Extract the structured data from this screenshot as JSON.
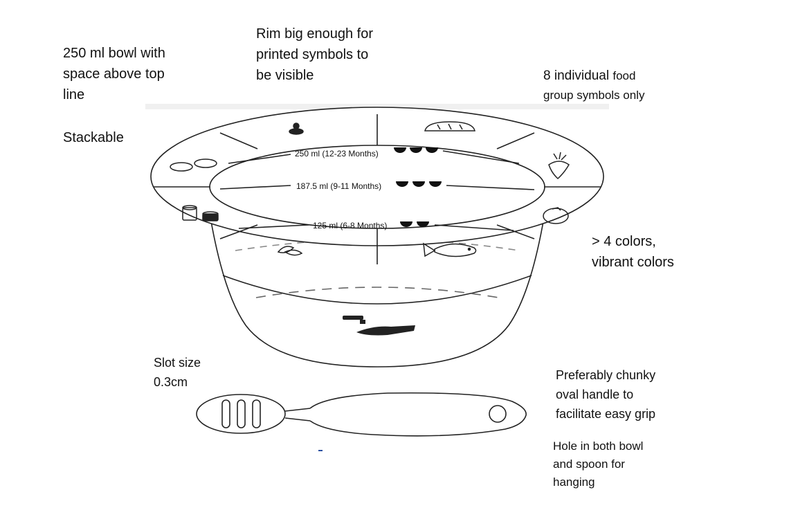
{
  "annotations": {
    "bowl_volume": "250 ml bowl with\nspace above top\nline",
    "stackable": "Stackable",
    "rim": "Rim big enough for\nprinted symbols to\nbe visible",
    "symbols_main": "8 individual ",
    "symbols_rest": "food\ngroup symbols only",
    "colors": "> 4 colors,\nvibrant colors",
    "slot": "Slot size\n0.3cm",
    "handle": "Preferably chunky\noval handle to\nfacilitate easy grip",
    "hole": "Hole in both bowl\nand spoon for\nhanging"
  },
  "bowl": {
    "level_250": "250 ml (12-23 Months)",
    "level_187": "187.5 ml (9-11 Months)",
    "level_125": "125 ml (6-8 Months)"
  }
}
